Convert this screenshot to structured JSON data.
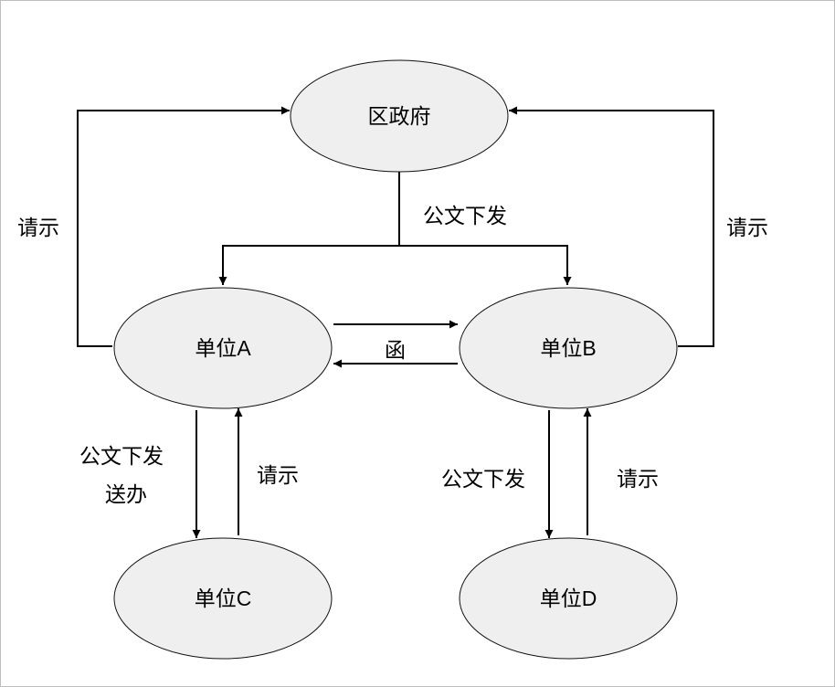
{
  "colors": {
    "node_fill": "#efefef",
    "node_stroke": "#111111",
    "edge": "#000000",
    "frame": "#bdbdbd"
  },
  "nodes": {
    "district": "区政府",
    "unit_a": "单位A",
    "unit_b": "单位B",
    "unit_c": "单位C",
    "unit_d": "单位D"
  },
  "edge_labels": {
    "request_left": "请示",
    "request_right": "请示",
    "issue_top": "公文下发",
    "letter": "函",
    "issue_a_line1": "公文下发",
    "issue_a_line2": "送办",
    "request_c": "请示",
    "issue_b": "公文下发",
    "request_d": "请示"
  }
}
